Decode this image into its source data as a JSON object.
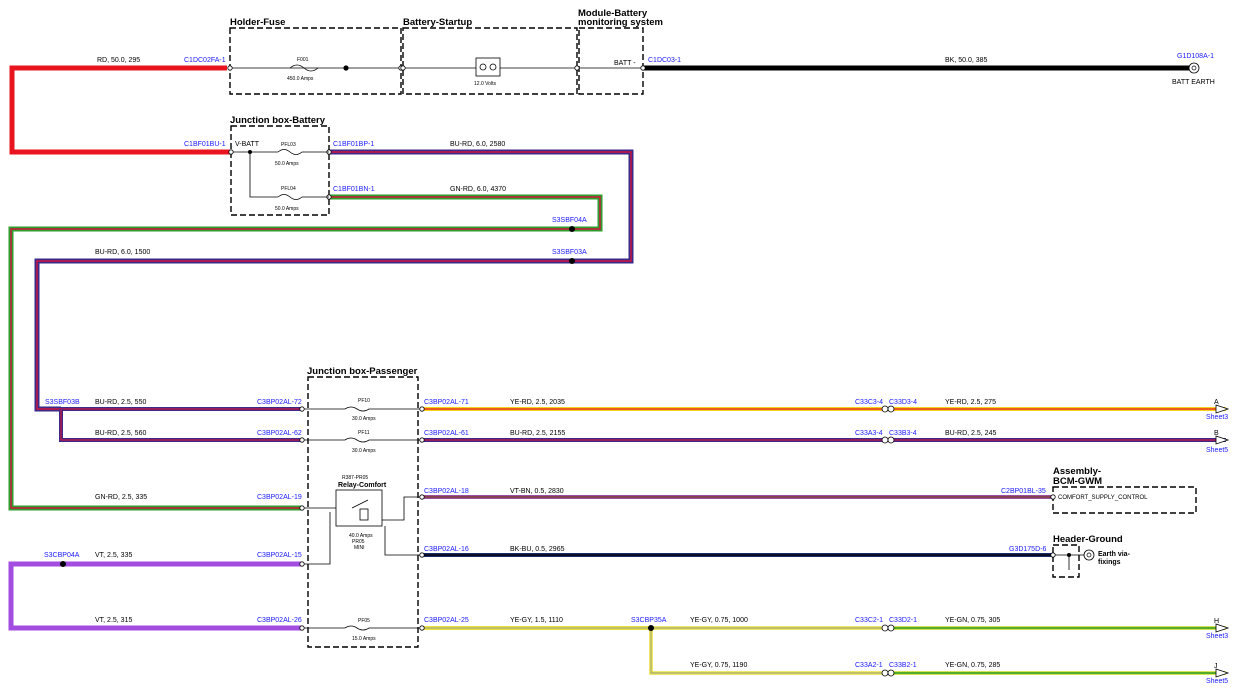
{
  "modules": {
    "holder_fuse": "Holder-Fuse",
    "battery_startup": "Battery-Startup",
    "module_battery_1": "Module-Battery",
    "module_battery_2": "monitoring system",
    "jb_battery": "Junction box-Battery",
    "jb_passenger": "Junction box-Passenger",
    "bcm_1": "Assembly-",
    "bcm_2": "BCM-GWM",
    "header_ground": "Header-Ground"
  },
  "components": {
    "f001": "F001",
    "f001_rating": "450.0 Amps",
    "battery_voltage": "12.0 Volts",
    "batt_minus": "BATT -",
    "v_batt": "V-BATT",
    "pfl03": "PFL03",
    "pfl03_rating": "50.0 Amps",
    "pfl04": "PFL04",
    "pfl04_rating": "50.0 Amps",
    "pf10": "PF10",
    "pf10_rating": "30.0 Amps",
    "pf11": "PF11",
    "pf11_rating": "30.0 Amps",
    "relay_code": "R387-PR05",
    "relay_name": "Relay-Comfort",
    "relay_rating": "40.0 Amps",
    "relay_pr05": "PR05",
    "relay_mini": "MINI",
    "pf05": "PF05",
    "pf05_rating": "15.0 Amps",
    "comfort_supply": "COMFORT_SUPPLY_CONTROL",
    "earth_1": "Earth via-",
    "earth_2": "fixings",
    "batt_earth": "BATT EARTH"
  },
  "connectors": {
    "c1dc02fa": "C1DC02FA-1",
    "c1dc03": "C1DC03-1",
    "g1d108a": "G1D108A-1",
    "c1bf01bu": "C1BF01BU-1",
    "c1bf01bp": "C1BF01BP-1",
    "c1bf01bn": "C1BF01BN-1",
    "s3sbf04a": "S3SBF04A",
    "s3sbf03a": "S3SBF03A",
    "s3sbf03b": "S3SBF03B",
    "c3bp02al72": "C3BP02AL-72",
    "c3bp02al71": "C3BP02AL-71",
    "c3bp02al62": "C3BP02AL-62",
    "c3bp02al61": "C3BP02AL-61",
    "c3bp02al19": "C3BP02AL-19",
    "c3bp02al18": "C3BP02AL-18",
    "c3bp02al15": "C3BP02AL-15",
    "c3bp02al16": "C3BP02AL-16",
    "c3bp02al26": "C3BP02AL-26",
    "c3bp02al25": "C3BP02AL-25",
    "s3cbp04a": "S3CBP04A",
    "s3cbp35a": "S3CBP35A",
    "c33c34": "C33C3-4",
    "c33d34": "C33D3-4",
    "c33a34": "C33A3-4",
    "c33b34": "C33B3-4",
    "c2bp01bl": "C2BP01BL-35",
    "g3d175d": "G3D175D-6",
    "c33c21": "C33C2-1",
    "c33d21": "C33D2-1",
    "c33a21": "C33A2-1",
    "c33b21": "C33B2-1"
  },
  "wires": {
    "rd_50_295": "RD, 50.0, 295",
    "bk_50_385": "BK, 50.0, 385",
    "bu_rd_6_2580": "BU-RD, 6.0, 2580",
    "gn_rd_6_4370": "GN-RD, 6.0, 4370",
    "bu_rd_6_1500": "BU-RD, 6.0, 1500",
    "bu_rd_25_550": "BU-RD, 2.5, 550",
    "ye_rd_25_2035": "YE-RD, 2.5, 2035",
    "ye_rd_25_275": "YE-RD, 2.5, 275",
    "bu_rd_25_560": "BU-RD, 2.5, 560",
    "bu_rd_25_2155": "BU-RD, 2.5, 2155",
    "bu_rd_25_245": "BU-RD, 2.5, 245",
    "gn_rd_25_335": "GN-RD, 2.5, 335",
    "vt_bn_05_2830": "VT-BN, 0.5, 2830",
    "vt_25_335": "VT, 2.5, 335",
    "bk_bu_05_2965": "BK-BU, 0.5, 2965",
    "vt_25_315": "VT, 2.5, 315",
    "ye_gy_15_1110": "YE-GY, 1.5, 1110",
    "ye_gy_075_1000": "YE-GY, 0.75, 1000",
    "ye_gn_075_305": "YE-GN, 0.75, 305",
    "ye_gy_075_1190": "YE-GY, 0.75, 1190",
    "ye_gn_075_285": "YE-GN, 0.75, 285"
  },
  "refs": {
    "a": "A",
    "b": "B",
    "h": "H",
    "j": "J",
    "sheet3": "Sheet3",
    "sheet5": "Sheet5"
  }
}
